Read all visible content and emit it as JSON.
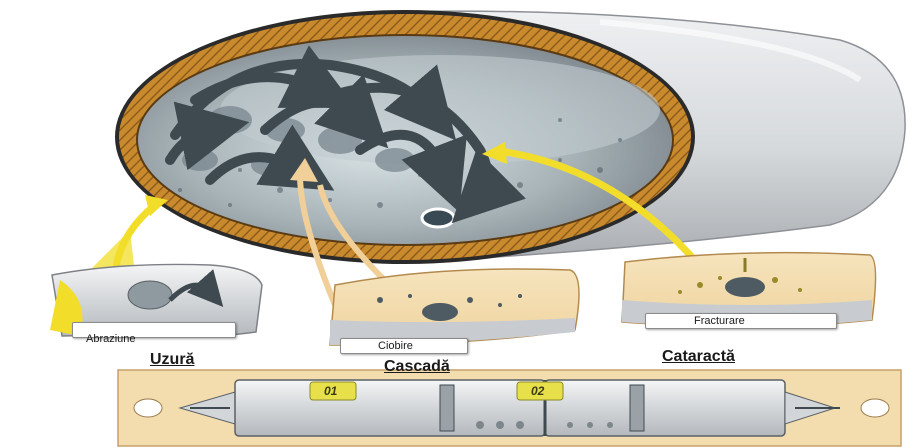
{
  "mechanisms": [
    {
      "sublabel": "Abraziune",
      "title": "Uzură"
    },
    {
      "sublabel": "Ciobire",
      "title": "Cascadă"
    },
    {
      "sublabel": "Fracturare",
      "title": "Cataractă"
    }
  ],
  "compartments": [
    "01",
    "02"
  ],
  "colors": {
    "liner": "#c98a2e",
    "shell": "#dcdfe2",
    "charge": "#8e99a0",
    "arrow_yellow": "#f2de2a",
    "arrow_tan": "#f0cf99",
    "panel_bg": "#f3dcae"
  }
}
